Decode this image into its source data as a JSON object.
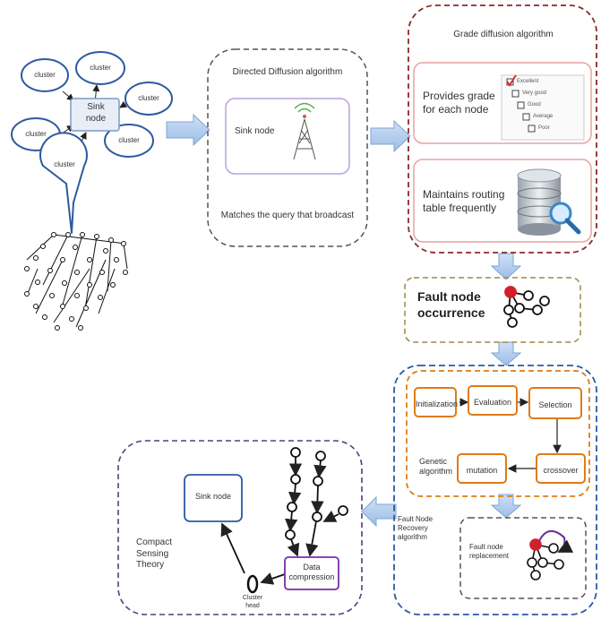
{
  "cluster_diagram": {
    "sink_label": "Sink\nnode",
    "cluster_label": "cluster"
  },
  "directed_diffusion": {
    "title": "Directed Diffusion algorithm",
    "sink_label": "Sink node",
    "caption": "Matches the query that broadcast"
  },
  "grade_diffusion": {
    "title": "Grade diffusion algorithm",
    "grade_text": "Provides grade\nfor each node",
    "checklist": [
      "Excellent",
      "Very good",
      "Good",
      "Average",
      "Poor"
    ],
    "routing_text": "Maintains routing\ntable frequently"
  },
  "fault_occurrence": {
    "title": "Fault node\noccurrence"
  },
  "genetic": {
    "steps": [
      "Initialization",
      "Evaluation",
      "Selection",
      "crossover",
      "mutation"
    ],
    "label": "Genetic\nalgorithm",
    "replacement_label": "Fault node\nreplacement"
  },
  "recovery_label": "Fault Node\nRecovery\nalgorithm",
  "compact": {
    "label": "Compact\nSensing\nTheory",
    "sink_label": "Sink node",
    "data_label": "Data\ncompression",
    "cluster_head_label": "Cluster\nhead"
  }
}
